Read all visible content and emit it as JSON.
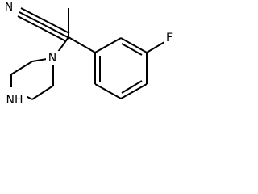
{
  "molecule": {
    "atoms": {
      "nitrile_n": "N",
      "fluorine": "F",
      "piperazine_n1": "N",
      "piperazine_nh": "NH"
    }
  },
  "colors": {
    "bond": "#000000",
    "label": "#000000",
    "background": "#ffffff"
  }
}
